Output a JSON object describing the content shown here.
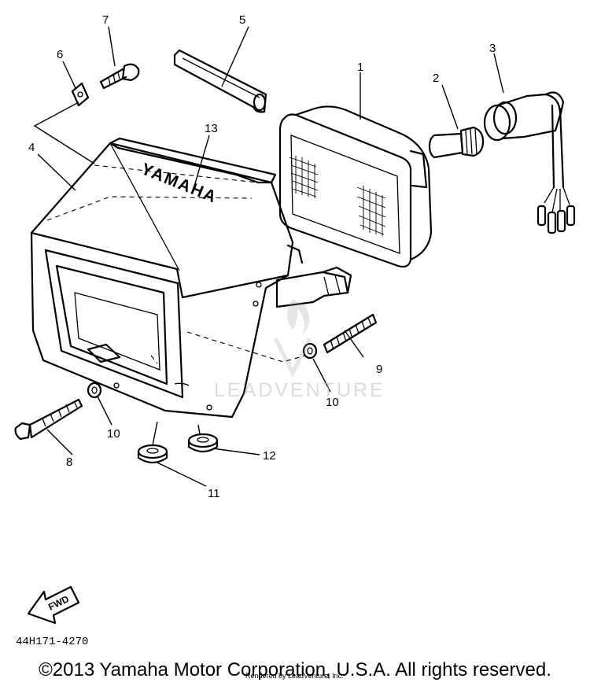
{
  "callouts": {
    "c1": "1",
    "c2": "2",
    "c3": "3",
    "c4": "4",
    "c5": "5",
    "c6": "6",
    "c7": "7",
    "c8": "8",
    "c9": "9",
    "c10a": "10",
    "c10b": "10",
    "c11": "11",
    "c12": "12",
    "c13": "13"
  },
  "housing_logo": "YAMAHA",
  "fwd_label": "FWD",
  "watermark": "LEADVENTURE",
  "diagram_code": "44H171-4270",
  "copyright": "©2013 Yamaha Motor Corporation, U.S.A. All rights reserved.",
  "rendered_note": "Rendered by LeadVenture, Inc."
}
